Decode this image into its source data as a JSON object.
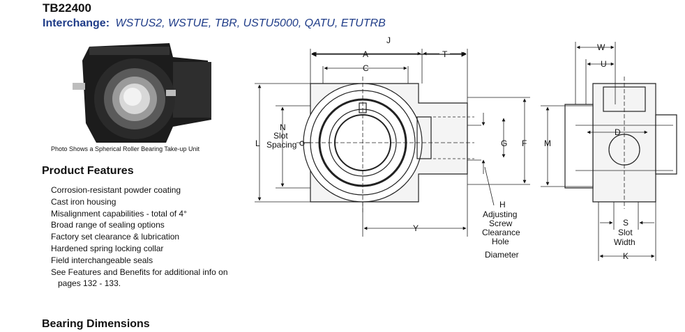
{
  "header": {
    "title": "TB22400",
    "interchange_label": "Interchange:",
    "interchange_values": "WSTUS2, WSTUE, TBR, USTU5000, QATU, ETUTRB"
  },
  "photo": {
    "caption": "Photo Shows a Spherical Roller Bearing Take-up Unit"
  },
  "features": {
    "heading": "Product Features",
    "items": [
      "Corrosion-resistant powder coating",
      "Cast iron housing",
      "Misalignment capabilities - total of 4°",
      "Broad range of sealing options",
      "Factory set clearance & lubrication",
      "Hardened spring locking collar",
      "Field interchangeable seals",
      "See Features and Benefits for additional info on"
    ],
    "item_continuation": "pages 132 - 133."
  },
  "dimensions": {
    "heading": "Bearing Dimensions"
  },
  "drawing": {
    "labels": {
      "J": "J",
      "A": "A",
      "T": "T",
      "C": "C",
      "N": "N",
      "N_slot": "Slot",
      "N_spacing": "Spacing",
      "L": "L",
      "G": "G",
      "F": "F",
      "Y": "Y",
      "H": "H",
      "H_line1": "Adjusting",
      "H_line2": "Screw",
      "H_line3": "Clearance",
      "H_line4": "Hole",
      "H_line5": "Diameter",
      "W": "W",
      "U": "U",
      "D": "D",
      "M": "M",
      "S": "S",
      "S_slot": "Slot",
      "S_width": "Width",
      "K": "K"
    }
  }
}
